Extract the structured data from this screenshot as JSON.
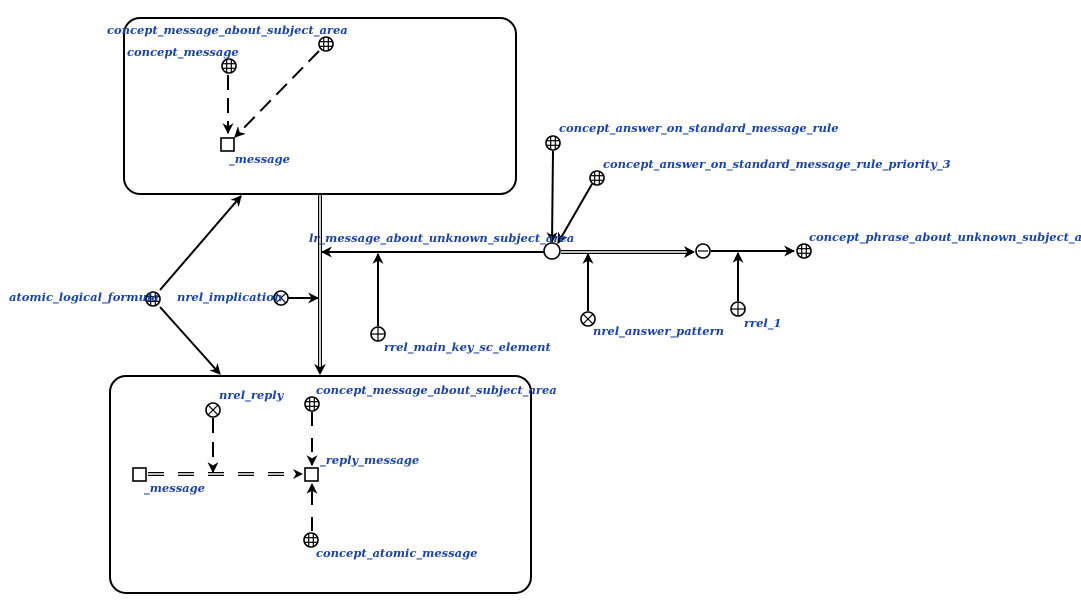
{
  "diagram": {
    "labels": {
      "concept_message_about_subject_area_top": "concept_message_about_subject_area",
      "concept_message": "concept_message",
      "message_top": "_message",
      "concept_answer_on_standard_message_rule": "concept_answer_on_standard_message_rule",
      "concept_answer_on_standard_message_rule_priority_3": "concept_answer_on_standard_message_rule_priority_3",
      "lr_message_about_unknown_subject_area": "lr_message_about_unknown_subject_area",
      "concept_phrase_about_unknown_subject_area": "concept_phrase_about_unknown_subject_area",
      "atomic_logical_formula": "atomic_logical_formula",
      "nrel_implication": "nrel_implication",
      "nrel_answer_pattern": "nrel_answer_pattern",
      "rrel_1": "rrel_1",
      "rrel_main_key_sc_element": "rrel_main_key_sc_element",
      "nrel_reply": "nrel_reply",
      "concept_message_about_subject_area_bottom": "concept_message_about_subject_area",
      "reply_message": "_reply_message",
      "message_bottom": "_message",
      "concept_atomic_message": "concept_atomic_message"
    },
    "colors": {
      "label": "#1a44a6",
      "stroke": "#000000",
      "background": "#ffffff"
    },
    "node_types": {
      "class": "grid-circle-icon",
      "relation": "x-circle-icon",
      "role": "plus-circle-icon",
      "variable": "square-icon",
      "tuple": "empty-circle-icon",
      "link": "minus-circle-icon"
    }
  }
}
